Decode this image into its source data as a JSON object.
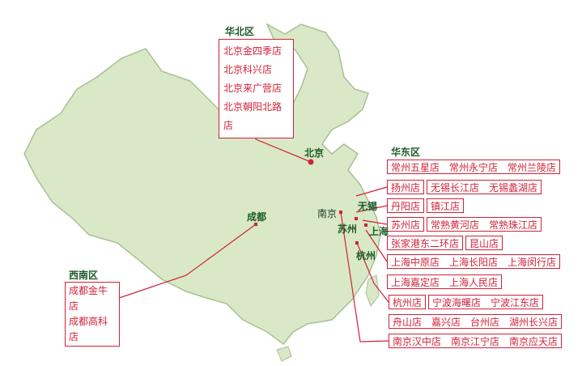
{
  "regions": {
    "north": {
      "title": "华北区",
      "stores": [
        "北京金四季店",
        "北京科兴店",
        "北京来广营店",
        "北京朝阳北路店"
      ]
    },
    "southwest": {
      "title": "西南区",
      "stores": [
        "成都金牛店",
        "成都高科店"
      ]
    },
    "east": {
      "title": "华东区",
      "rows": [
        [
          [
            "常州五星店",
            "常州永宁店",
            "常州兰陵店"
          ]
        ],
        [
          [
            "扬州店"
          ],
          [
            "无锡长江店",
            "无锡蠡湖店"
          ]
        ],
        [
          [
            "丹阳店"
          ],
          [
            "镇江店"
          ]
        ],
        [
          [
            "苏州店"
          ],
          [
            "常熟黄河店",
            "常熟珠江店"
          ]
        ],
        [
          [
            "张家港东二环店"
          ],
          [
            "昆山店"
          ]
        ],
        [
          [
            "上海中原店",
            "上海长阳店",
            "上海闵行店"
          ]
        ],
        [
          [
            "上海嘉定店",
            "上海人民店"
          ]
        ],
        [
          [
            "杭州店"
          ],
          [
            "宁波海曙店",
            "宁波江东店"
          ]
        ],
        [
          [
            "舟山店",
            "嘉兴店",
            "台州店",
            "湖州长兴店"
          ]
        ],
        [
          [
            "南京汉中店",
            "南京江宁店",
            "南京应天店"
          ]
        ]
      ]
    }
  },
  "cities": {
    "beijing": "北京",
    "chengdu": "成都",
    "nanjing": "南京",
    "wuxi": "无锡",
    "suzhou": "苏州",
    "shanghai": "上海",
    "hangzhou": "杭州"
  },
  "colors": {
    "land": "#d9e8c6",
    "border": "#9fb58a",
    "accent": "#d0223a",
    "label": "#1d5a2a"
  }
}
